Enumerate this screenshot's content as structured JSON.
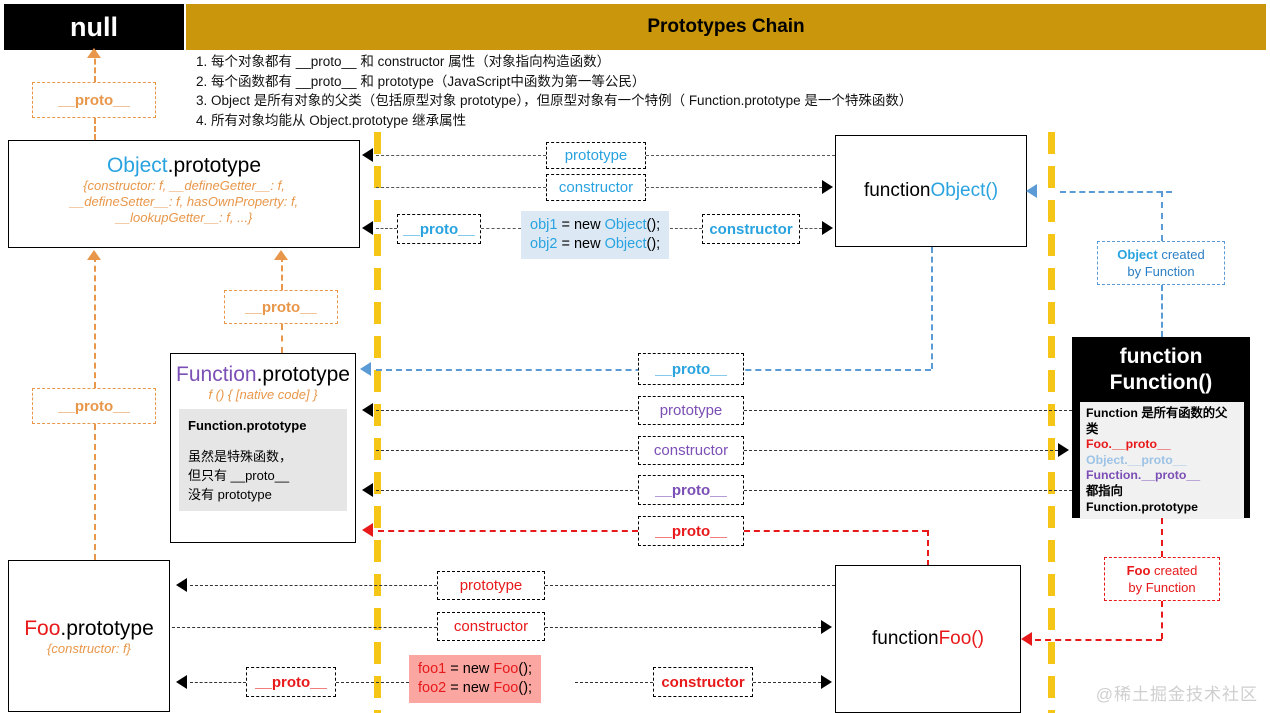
{
  "header": {
    "null_label": "null",
    "title": "Prototypes Chain"
  },
  "notes": [
    "1. 每个对象都有 __proto__ 和 constructor 属性（对象指向构造函数）",
    "2. 每个函数都有 __proto__ 和 prototype（JavaScript中函数为第一等公民）",
    "3. Object 是所有对象的父类（包括原型对象 prototype），但原型对象有一个特例（ Function.prototype 是一个特殊函数）",
    "4. 所有对象均能从 Object.prototype 继承属性"
  ],
  "boxes": {
    "object_prototype": {
      "name_accent": "Object",
      "name_rest": ".prototype",
      "detail_line1": "{constructor: f, __defineGetter__: f,",
      "detail_line2": "__defineSetter__: f, hasOwnProperty: f,",
      "detail_line3": "__lookupGetter__: f, ...}"
    },
    "function_prototype": {
      "name_accent": "Function",
      "name_rest": ".prototype",
      "detail": "f () { [native code] }",
      "note_title": "Function.prototype",
      "note_line1": "虽然是特殊函数，",
      "note_line2": "但只有 __proto__",
      "note_line3": "没有 prototype"
    },
    "foo_prototype": {
      "name_accent": "Foo",
      "name_rest": ".prototype",
      "detail": "{constructor: f}"
    },
    "function_object": {
      "prefix": "function ",
      "accent": "Object()"
    },
    "function_foo": {
      "prefix": "function ",
      "accent": "Foo()"
    },
    "function_function": {
      "title_line1": "function",
      "title_line2": "Function()",
      "body_line1": "Function 是所有函数的父类",
      "body_line2": "Foo.__proto__",
      "body_line3": "Object.__proto__",
      "body_line4": "Function.__proto__",
      "body_line5": "都指向",
      "body_line6": "Function.prototype"
    }
  },
  "labels": {
    "proto_null": "__proto__",
    "proto_objproto_left": "__proto__",
    "proto_funcproto_left": "__proto__",
    "proto_fooproto_left": "__proto__",
    "object_prototype_link": "prototype",
    "object_constructor_link": "constructor",
    "object_proto_link": "__proto__",
    "object_instance_constructor": "constructor",
    "function_proto_blue": "__proto__",
    "function_prototype_link": "prototype",
    "function_constructor_link": "constructor",
    "function_proto_purple": "__proto__",
    "function_proto_red": "__proto__",
    "foo_prototype_link": "prototype",
    "foo_constructor_link": "constructor",
    "foo_proto_link": "__proto__",
    "foo_instance_constructor": "constructor"
  },
  "code": {
    "object_instances": {
      "line1_var": "obj1",
      "line1_mid": " = new ",
      "line1_ctor": "Object",
      "line1_end": "();",
      "line2_var": "obj2",
      "line2_mid": " = new ",
      "line2_ctor": "Object",
      "line2_end": "();"
    },
    "foo_instances": {
      "line1_var": "foo1",
      "line1_mid": " = new ",
      "line1_ctor": "Foo",
      "line1_end": "();",
      "line2_var": "foo2",
      "line2_mid": " = new ",
      "line2_ctor": "Foo",
      "line2_end": "();"
    }
  },
  "notes_boxes": {
    "object_created": {
      "strong": "Object",
      "rest": " created",
      "line2": "by Function"
    },
    "foo_created": {
      "strong": "Foo",
      "rest": " created",
      "line2": "by Function"
    }
  },
  "watermark": "@稀土掘金技术社区",
  "colors": {
    "title_bar": "#c9960c",
    "yellow_lane": "#f5c518",
    "blue": "#29a3e0",
    "blue_dark": "#2b7fc4",
    "purple": "#7b4fb5",
    "red": "#e8191b",
    "orange": "#e8974a",
    "code_object_bg": "#dce9f5",
    "code_foo_bg": "#fba6a0"
  }
}
